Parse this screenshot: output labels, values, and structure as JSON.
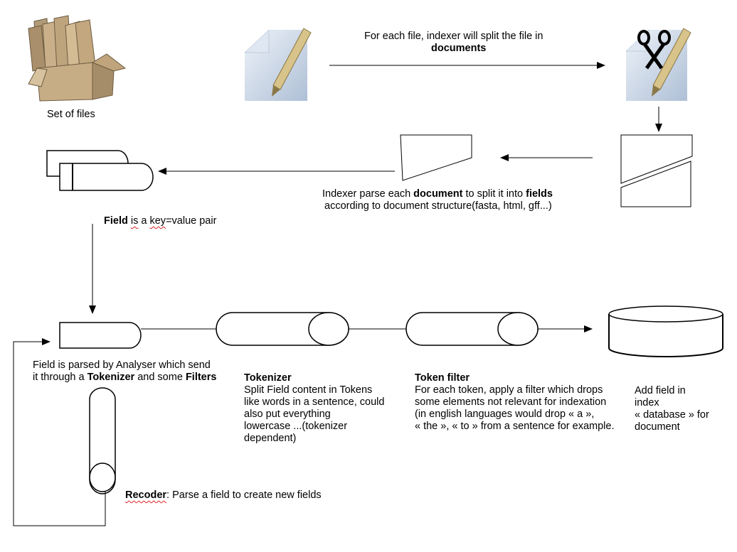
{
  "labels": {
    "set_of_files": "Set of files",
    "split_line1": "For each file, indexer will split the file in",
    "split_line2": "documents",
    "parse_pre": "Indexer parse each ",
    "parse_document": "document",
    "parse_mid": " to split it into ",
    "parse_fields": "fields",
    "parse_line2": "according to document structure(fasta, html, gff...)",
    "field_word": "Field",
    "field_rest_is": "is",
    "field_rest_a": " a ",
    "field_rest_key": "key",
    "field_rest_end": "=value pair",
    "analyser_line1": "Field is parsed by Analyser which send",
    "analyser_line2_pre": "it through a ",
    "analyser_tokenizer": "Tokenizer",
    "analyser_and": " and some ",
    "analyser_filters": "Filters",
    "tokenizer_title": "Tokenizer",
    "tokenizer_l1": "Split Field content in Tokens",
    "tokenizer_l2": "like words in a sentence, could",
    "tokenizer_l3": "also put everything",
    "tokenizer_l4": "lowercase ...(tokenizer",
    "tokenizer_l5": "dependent)",
    "filter_title": "Token filter",
    "filter_l1": "For each token, apply a filter which drops",
    "filter_l2": "some elements not relevant for indexation",
    "filter_l3": "(in english languages would drop « a »,",
    "filter_l4": "« the », « to » from a sentence for example.",
    "index_l1": "Add field in",
    "index_l2": "index",
    "index_l3": "« database » for",
    "index_l4": "document",
    "recoder_title": "Recoder",
    "recoder_rest": ": Parse a field to create new fields"
  },
  "icons": {
    "box": "box-of-files-icon",
    "doc": "document-pencil-icon",
    "scissors": "scissors-document-icon"
  },
  "colors": {
    "line": "#000000",
    "spellcheck": "#dd2222",
    "cardboard": "#c7ad85",
    "paper": "#b9cbe0",
    "pencil": "#d8c48a"
  }
}
